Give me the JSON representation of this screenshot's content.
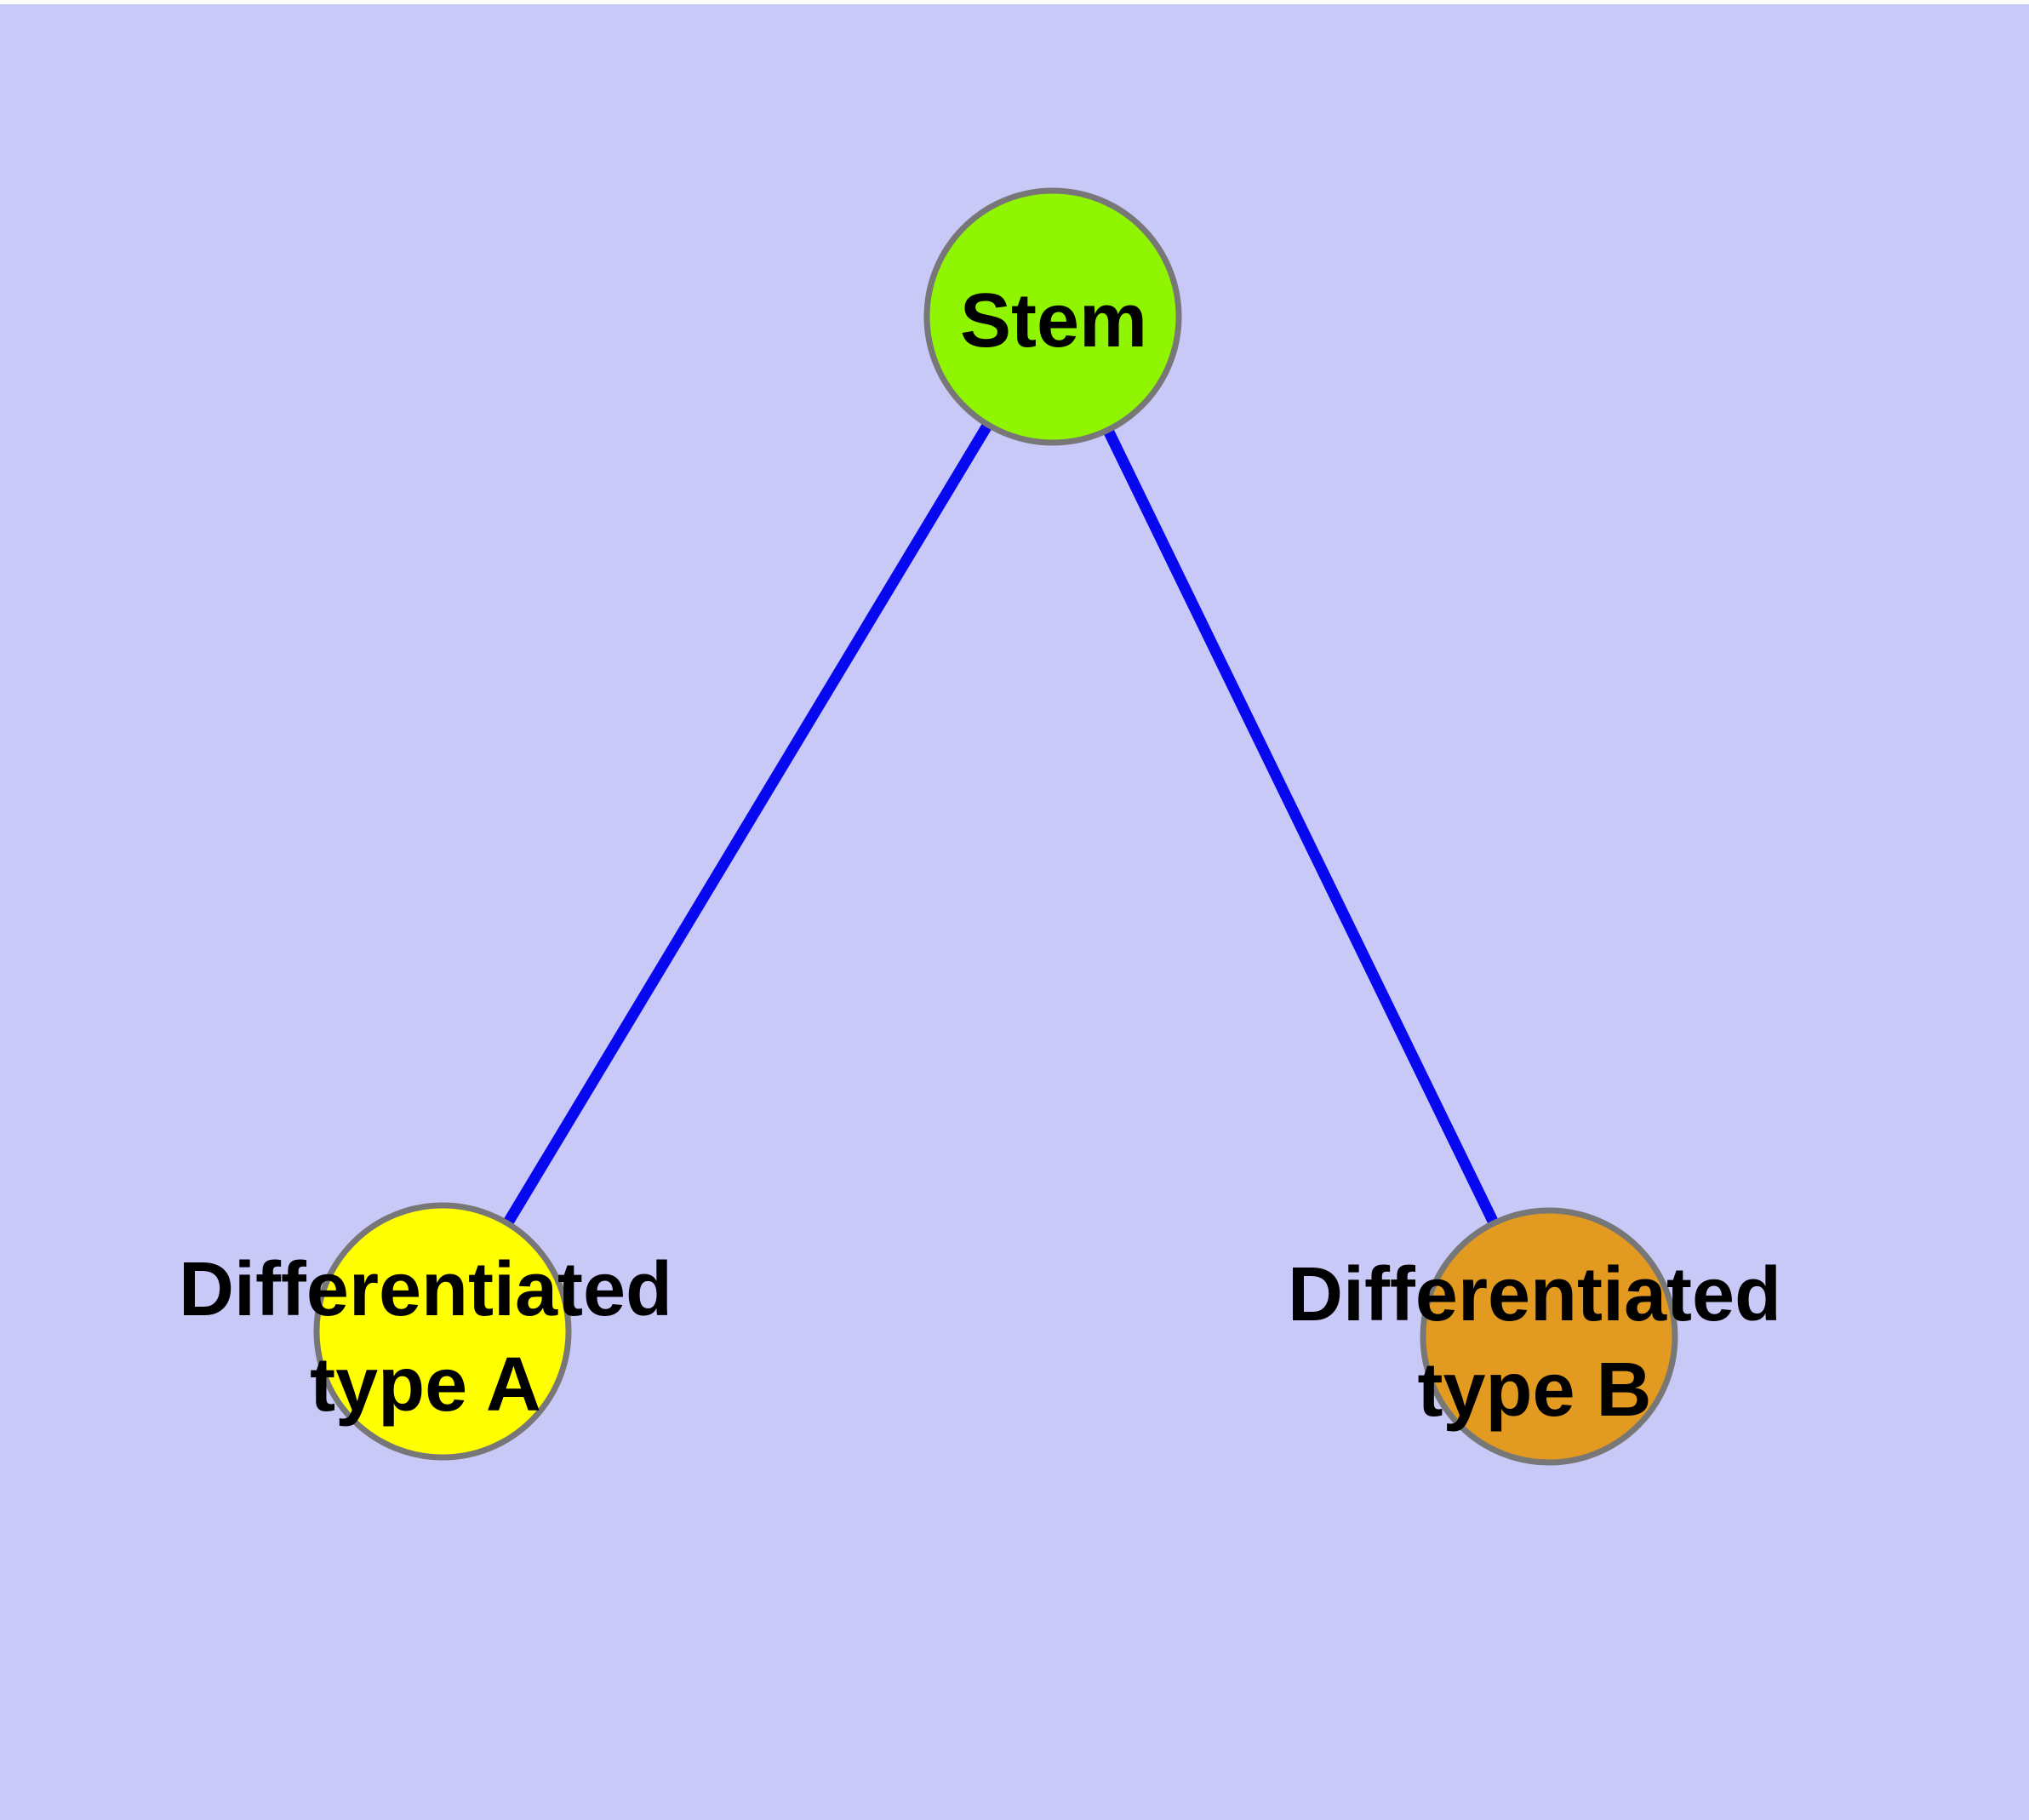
{
  "colors": {
    "page_background": "#ffffff",
    "canvas_background": "#c9c9f7",
    "edge": "#0707f0",
    "node_border": "#777777",
    "label_text": "#000000"
  },
  "nodes": {
    "stem": {
      "label": "Stem",
      "fill": "#8ff500"
    },
    "type_a": {
      "line1": "Differentiated",
      "line2": "type A",
      "fill": "#ffff00"
    },
    "type_b": {
      "line1": "Differentiated",
      "line2": "type B",
      "fill": "#e29a20"
    }
  },
  "edges": [
    {
      "from": "Stem",
      "to": "Differentiated type A"
    },
    {
      "from": "Stem",
      "to": "Differentiated type B"
    }
  ]
}
